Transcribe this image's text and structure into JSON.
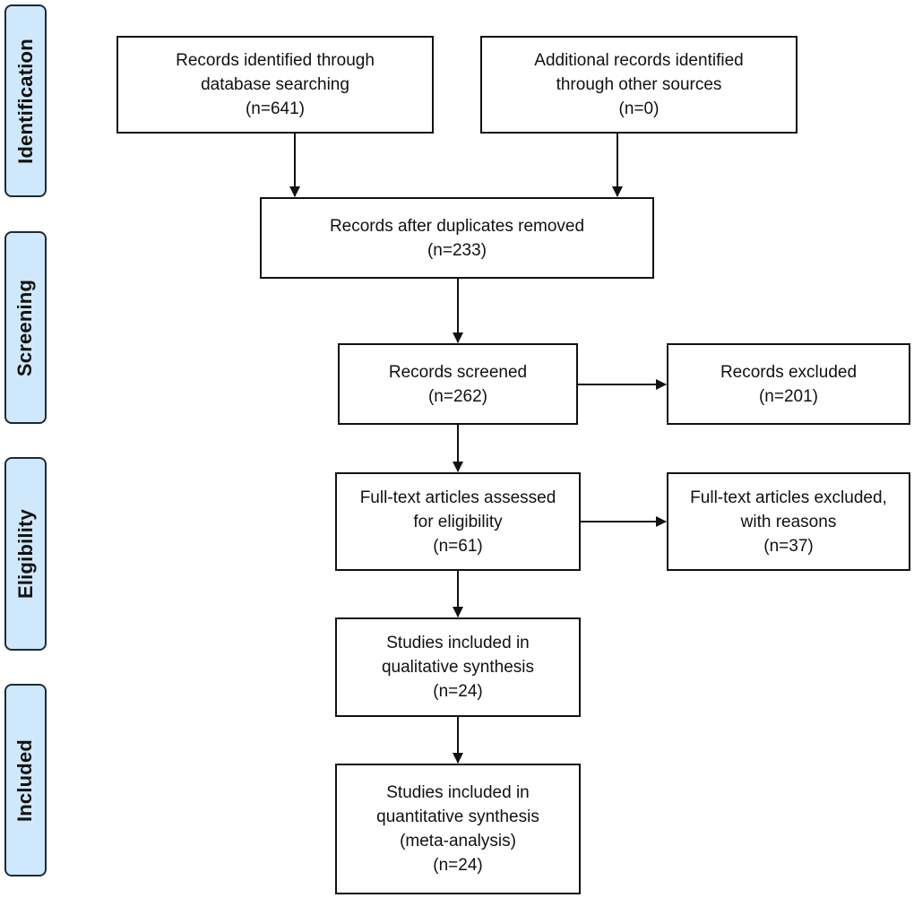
{
  "phases": {
    "identification": "Identification",
    "screening": "Screening",
    "eligibility": "Eligibility",
    "included": "Included"
  },
  "boxes": {
    "database": {
      "line1": "Records identified through",
      "line2": "database searching",
      "count": "(n=641)"
    },
    "other": {
      "line1": "Additional records identified",
      "line2": "through other sources",
      "count": "(n=0)"
    },
    "dedup": {
      "line1": "Records after duplicates removed",
      "count": "(n=233)"
    },
    "screened": {
      "line1": "Records screened",
      "count": "(n=262)"
    },
    "excluded": {
      "line1": "Records excluded",
      "count": "(n=201)"
    },
    "fulltext": {
      "line1": "Full-text articles assessed",
      "line2": "for eligibility",
      "count": "(n=61)"
    },
    "fulltext_excluded": {
      "line1": "Full-text articles excluded,",
      "line2": "with reasons",
      "count": "(n=37)"
    },
    "qualitative": {
      "line1": "Studies included in",
      "line2": "qualitative synthesis",
      "count": "(n=24)"
    },
    "quantitative": {
      "line1": "Studies included in",
      "line2": "quantitative synthesis",
      "line3": "(meta-analysis)",
      "count": "(n=24)"
    }
  }
}
